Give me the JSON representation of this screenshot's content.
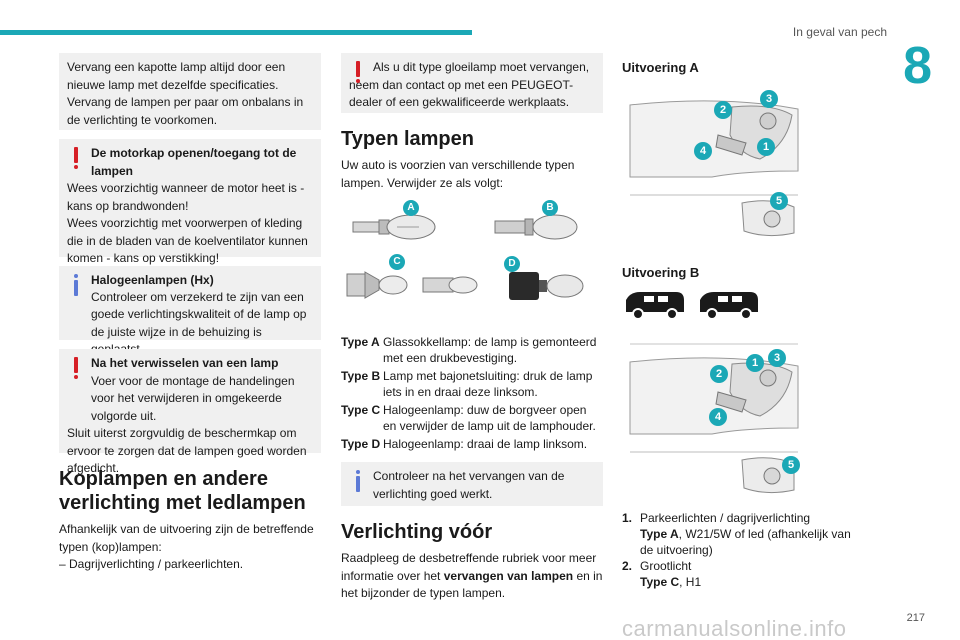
{
  "header": {
    "title": "In geval van pech",
    "chapter": "8",
    "accent": "#1ba8b6"
  },
  "col1": {
    "box1": "Vervang een kapotte lamp altijd door een nieuwe lamp met dezelfde specificaties. Vervang de lampen per paar om onbalans in de verlichting te voorkomen.",
    "warn1_title": "De motorkap openen/toegang tot de lampen",
    "warn1_lines": [
      "Wees voorzichtig wanneer de motor heet is - kans op brandwonden!",
      "Wees voorzichtig met voorwerpen of kleding die in de bladen van de koelventilator kunnen komen - kans op verstikking!"
    ],
    "info1_title": "Halogeenlampen (Hx)",
    "info1_text": "Controleer om verzekerd te zijn van een goede verlichtingskwaliteit of de lamp op de juiste wijze in de behuizing is geplaatst.",
    "warn2_title": "Na het verwisselen van een lamp",
    "warn2_text1": "Voer voor de montage de handelingen voor het verwijderen in omgekeerde volgorde uit.",
    "warn2_text2": "Sluit uiterst zorgvuldig de beschermkap om ervoor te zorgen dat de lampen goed worden afgedicht.",
    "section_title": "Koplampen en andere verlichting met ledlampen",
    "section_text": "Afhankelijk van de uitvoering zijn de betreffende typen (kop)lampen:",
    "section_item": "–  Dagrijverlichting / parkeerlichten."
  },
  "col2": {
    "warn_text1": "Als u dit type gloeilamp moet vervangen,",
    "warn_text2": "neem dan contact op met een PEUGEOT-dealer of een gekwalificeerde werkplaats.",
    "section_title": "Typen lampen",
    "section_text": "Uw auto is voorzien van verschillende typen lampen. Verwijder ze als volgt:",
    "badges": [
      "A",
      "B",
      "C",
      "D"
    ],
    "types": [
      {
        "label": "Type A",
        "text": "Glassokkellamp: de lamp is gemonteerd met een drukbevestiging."
      },
      {
        "label": "Type B",
        "text": "Lamp met bajonetsluiting: druk de lamp iets in en draai deze linksom."
      },
      {
        "label": "Type C",
        "text": "Halogeenlamp: duw de borgveer open en verwijder de lamp uit de lamphouder."
      },
      {
        "label": "Type D",
        "text": "Halogeenlamp: draai de lamp linksom."
      }
    ],
    "info_text": "Controleer na het vervangen van de verlichting goed werkt.",
    "section2_title": "Verlichting vóór",
    "section2_pre": "Raadpleeg de desbetreffende rubriek voor meer informatie over het ",
    "section2_bold": "vervangen van lampen",
    "section2_post": " en in het bijzonder de typen lampen."
  },
  "col3": {
    "version_a": "Uitvoering A",
    "version_b": "Uitvoering B",
    "nums_a": [
      "2",
      "3",
      "4",
      "1",
      "5"
    ],
    "nums_b": [
      "1",
      "2",
      "3",
      "4",
      "5"
    ],
    "items": [
      {
        "n": "1.",
        "line1": "Parkeerlichten / dagrijverlichting",
        "type": "Type A",
        "rest": ", W21/5W of led (afhankelijk van de uitvoering)"
      },
      {
        "n": "2.",
        "line1": "Grootlicht",
        "type": "Type C",
        "rest": ", H1"
      }
    ]
  },
  "footer": {
    "page": "217",
    "watermark": "carmanualsonline.info"
  }
}
